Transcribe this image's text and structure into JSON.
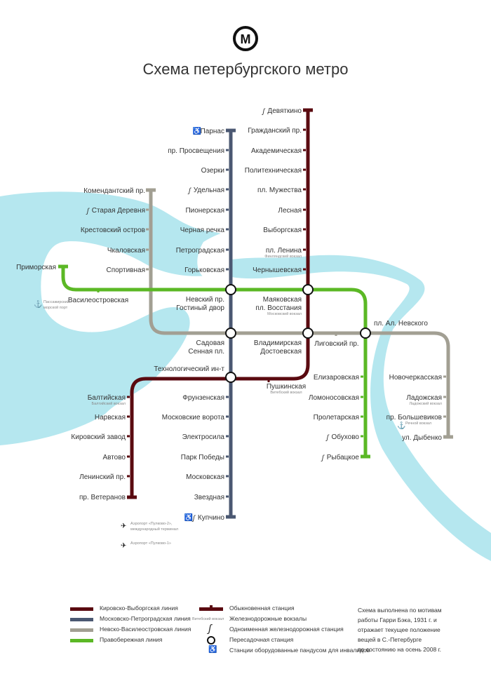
{
  "title": "Схема петербургского метро",
  "logo_letter": "М",
  "colors": {
    "red": "#5a0a10",
    "blue": "#4b5872",
    "grey": "#a29f93",
    "green": "#5bb825",
    "water": "#b5e7ef"
  },
  "lines": {
    "red": [
      {
        "name": "Девяткино",
        "rail": true
      },
      {
        "name": "Гражданский пр."
      },
      {
        "name": "Академическая"
      },
      {
        "name": "Политехническая"
      },
      {
        "name": "пл. Мужества"
      },
      {
        "name": "Лесная"
      },
      {
        "name": "Выборгская"
      },
      {
        "name": "пл. Ленина",
        "sub": "Финляндский вокзал"
      },
      {
        "name": "Чернышевская"
      },
      {
        "name": "Пушкинская",
        "sub": "Витебский вокзал"
      },
      {
        "name": "Балтийская",
        "sub": "Балтийский вокзал"
      },
      {
        "name": "Нарвская"
      },
      {
        "name": "Кировский завод"
      },
      {
        "name": "Автово"
      },
      {
        "name": "Ленинский пр."
      },
      {
        "name": "пр. Ветеранов"
      }
    ],
    "blue": [
      {
        "name": "Парнас",
        "wheelchair": true
      },
      {
        "name": "пр. Просвещения"
      },
      {
        "name": "Озерки"
      },
      {
        "name": "Удельная",
        "rail": true
      },
      {
        "name": "Пионерская"
      },
      {
        "name": "Черная речка"
      },
      {
        "name": "Петроградская"
      },
      {
        "name": "Горьковская"
      },
      {
        "name": "Фрунзенская"
      },
      {
        "name": "Московские ворота"
      },
      {
        "name": "Электросила"
      },
      {
        "name": "Парк Победы"
      },
      {
        "name": "Московская"
      },
      {
        "name": "Звездная"
      },
      {
        "name": "Купчино",
        "rail": true,
        "wheelchair": true
      }
    ],
    "grey": [
      {
        "name": "Комендантский пр."
      },
      {
        "name": "Старая Деревня",
        "rail": true
      },
      {
        "name": "Крестовский остров"
      },
      {
        "name": "Чкаловская"
      },
      {
        "name": "Спортивная"
      },
      {
        "name": "Лиговский пр."
      },
      {
        "name": "Новочеркасская"
      },
      {
        "name": "Ладожская",
        "sub": "Ладожский вокзал"
      },
      {
        "name": "пр. Большевиков"
      },
      {
        "name": "ул. Дыбенко"
      }
    ],
    "green": [
      {
        "name": "Приморская"
      },
      {
        "name": "Василеостровская"
      },
      {
        "name": "Елизаровская"
      },
      {
        "name": "Ломоносовская"
      },
      {
        "name": "Пролетарская"
      },
      {
        "name": "Обухово",
        "rail": true
      },
      {
        "name": "Рыбацкое",
        "rail": true
      }
    ]
  },
  "transfers": [
    {
      "name": "Невский пр.",
      "name2": "Гостиный двор"
    },
    {
      "name": "Маяковская",
      "name2": "пл. Восстания",
      "sub": "Московский вокзал"
    },
    {
      "name": "Садовая",
      "name2": "Сенная пл."
    },
    {
      "name": "Владимирская",
      "name2": "Достоевская"
    },
    {
      "name": "Технологический ин-т"
    },
    {
      "name": "пл. Ал. Невского"
    }
  ],
  "poi": [
    {
      "type": "anchor",
      "line1": "Пассажирский",
      "line2": "морской порт"
    },
    {
      "type": "anchor",
      "line1": "Речной вокзал"
    },
    {
      "type": "airport",
      "line1": "Аэропорт «Пулково-2»,",
      "line2": "международный терминал"
    },
    {
      "type": "airport",
      "line1": "Аэропорт «Пулково-1»"
    }
  ],
  "legend": {
    "lines": [
      "Кировско-Выборгская линия",
      "Московско-Петроградская линия",
      "Невско-Василеостровская линия",
      "Правобережная линия"
    ],
    "symbols": {
      "station": "Обыкновенная станция",
      "terminal_sample": "Витебский вокзал",
      "terminal": "Железнодорожные вокзалы",
      "rail": "Одноименная железнодорожная станция",
      "transfer": "Пересадочная станция",
      "wheelchair": "Станции оборудованные пандусом для инвалидов"
    },
    "note": [
      "Схема выполнена по мотивам",
      "работы Гарри Бэка, 1931 г. и",
      "отражает текущее положение",
      "вещей в С.-Петербурге",
      "по состоянию на осень 2008 г."
    ]
  }
}
